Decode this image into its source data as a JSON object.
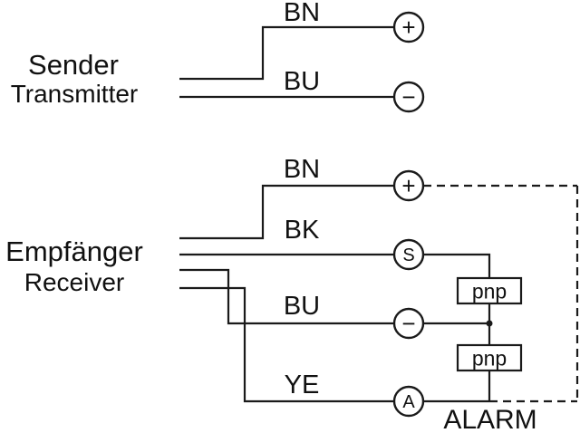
{
  "sender": {
    "title": "Sender",
    "subtitle": "Transmitter",
    "wires": [
      {
        "label": "BN",
        "terminal": "+"
      },
      {
        "label": "BU",
        "terminal": "−"
      }
    ]
  },
  "receiver": {
    "title": "Empfänger",
    "subtitle": "Receiver",
    "wires": [
      {
        "label": "BN",
        "terminal": "+"
      },
      {
        "label": "BK",
        "terminal": "S"
      },
      {
        "label": "BU",
        "terminal": "−"
      },
      {
        "label": "YE",
        "terminal": "A"
      }
    ],
    "pnp_blocks": [
      {
        "label": "pnp"
      },
      {
        "label": "pnp"
      }
    ],
    "alarm_label": "ALARM"
  },
  "colors": {
    "line": "#1a1a1a",
    "subtitle": "#868686",
    "background": "#ffffff"
  }
}
